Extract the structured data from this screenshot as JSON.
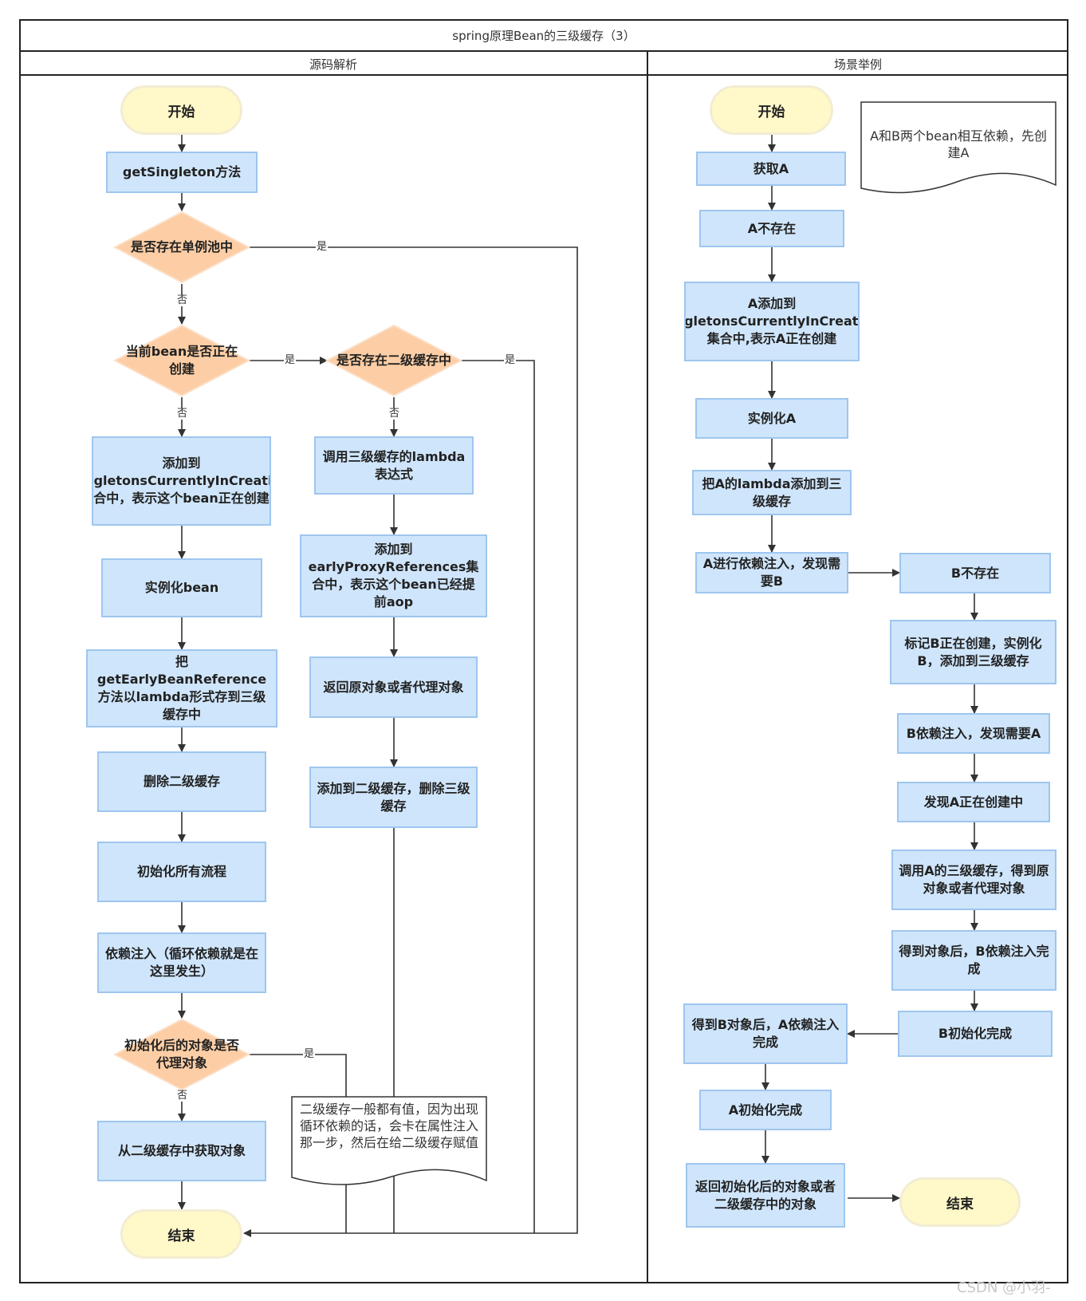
{
  "title": "spring原理Bean的三级缓存（3）",
  "lanes": {
    "left": "源码解析",
    "right": "场景举例"
  },
  "left": {
    "start": "开始",
    "get_singleton": "getSingleton方法",
    "d_pool": "是否存在单例池中",
    "d_creating": "当前bean是否正在创建",
    "d_l2": "是否存在二级缓存中",
    "add_creation": "添加到singletonsCurrentlyInCreation集合中，表示这个bean正在创建中",
    "instantiate": "实例化bean",
    "lambda_l3": "把getEarlyBeanReference方法以lambda形式存到三级缓存中",
    "del_l2": "删除二级缓存",
    "init_all": "初始化所有流程",
    "di": "依赖注入（循环依赖就是在这里发生）",
    "d_proxy": "初始化后的对象是否代理对象",
    "get_l2": "从二级缓存中获取对象",
    "end": "结束",
    "call_lambda": "调用三级缓存的lambda表达式",
    "add_early": "添加到earlyProxyReferences集合中，表示这个bean已经提前aop",
    "return_obj": "返回原对象或者代理对象",
    "add_l2": "添加到二级缓存，删除三级缓存",
    "note": "二级缓存一般都有值，因为出现循环依赖的话，会卡在属性注入那一步，然后在给二级缓存赋值",
    "yes": "是",
    "no": "否"
  },
  "right": {
    "start": "开始",
    "note": "A和B两个bean相互依赖，先创建A",
    "get_a": "获取A",
    "a_not_exist": "A不存在",
    "a_add": "A添加到singletonsCurrentlyInCreation集合中,表示A正在创建",
    "inst_a": "实例化A",
    "a_lambda": "把A的lambda添加到三级缓存",
    "a_di": "A进行依赖注入，发现需要B",
    "b_not_exist": "B不存在",
    "b_mark": "标记B正在创建，实例化B，添加到三级缓存",
    "b_di": "B依赖注入，发现需要A",
    "find_a": "发现A正在创建中",
    "call_a_l3": "调用A的三级缓存，得到原对象或者代理对象",
    "b_di_done": "得到对象后，B依赖注入完成",
    "b_init_done": "B初始化完成",
    "a_di_done": "得到B对象后，A依赖注入完成",
    "a_init_done": "A初始化完成",
    "return_final": "返回初始化后的对象或者二级缓存中的对象",
    "end": "结束"
  },
  "watermark": "CSDN @小羽-",
  "colors": {
    "process_fill": "#cfe5fb",
    "process_border": "#9ec6ef",
    "decision_fill": "#fdcea5",
    "terminal_fill": "#fff8c8"
  }
}
